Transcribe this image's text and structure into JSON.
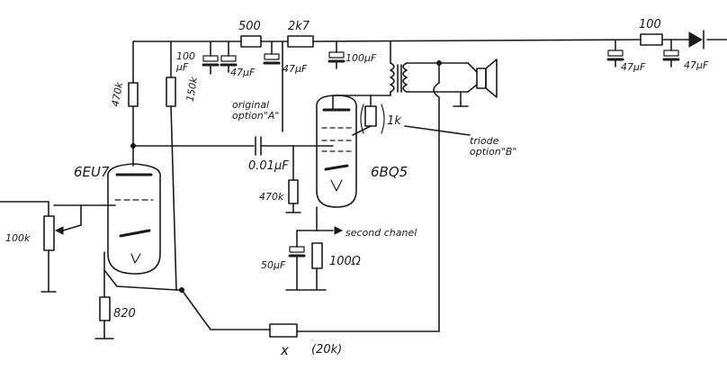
{
  "labels": {
    "tube_left": "6EU7",
    "tube_right": "6BQ5",
    "r_top_500": "500",
    "r_top_2k7": "2k7",
    "r_top_100": "100",
    "c_100uf_left": "100\nµF",
    "c_47uf_a": "47µF",
    "c_47uf_b": "47µF",
    "c_100uf_mid": "100µF",
    "c_47uf_c": "47µF",
    "c_47uf_d": "47µF",
    "r_470k_left": "470k",
    "r_150k": "150k",
    "option_a": "original\noption\"A\"",
    "r_1k": "1k",
    "option_b": "triode\noption\"B\"",
    "c_coupling": "0.01µF",
    "r_470k_grid": "470k",
    "second_channel": "second chanel",
    "c_50uf": "50µF",
    "r_100ohm": "100Ω",
    "pot_100k": "100k",
    "r_820": "820",
    "x_mark": "x",
    "r_20k": "(20k)"
  }
}
